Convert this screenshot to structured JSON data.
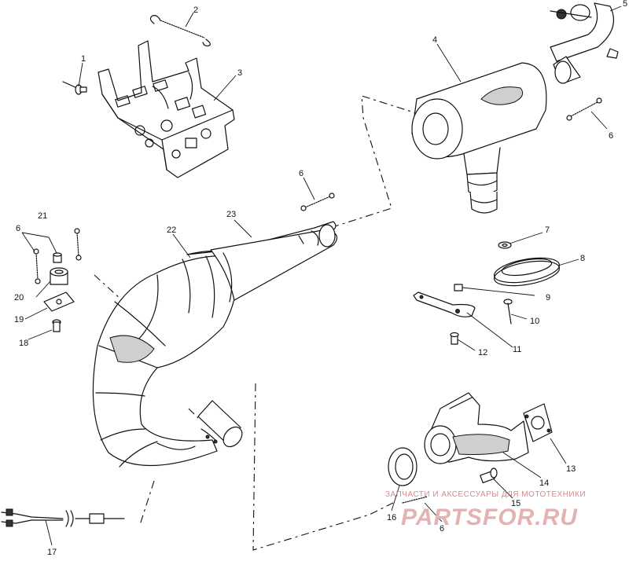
{
  "callouts": [
    {
      "id": "c1",
      "label": "1"
    },
    {
      "id": "c2",
      "label": "2"
    },
    {
      "id": "c3",
      "label": "3"
    },
    {
      "id": "c4",
      "label": "4"
    },
    {
      "id": "c5",
      "label": "5"
    },
    {
      "id": "c6a",
      "label": "6"
    },
    {
      "id": "c6b",
      "label": "6"
    },
    {
      "id": "c6c",
      "label": "6"
    },
    {
      "id": "c6d",
      "label": "6"
    },
    {
      "id": "c7",
      "label": "7"
    },
    {
      "id": "c8",
      "label": "8"
    },
    {
      "id": "c9",
      "label": "9"
    },
    {
      "id": "c10",
      "label": "10"
    },
    {
      "id": "c11",
      "label": "11"
    },
    {
      "id": "c12",
      "label": "12"
    },
    {
      "id": "c13",
      "label": "13"
    },
    {
      "id": "c14",
      "label": "14"
    },
    {
      "id": "c15",
      "label": "15"
    },
    {
      "id": "c16",
      "label": "16"
    },
    {
      "id": "c17",
      "label": "17"
    },
    {
      "id": "c18",
      "label": "18"
    },
    {
      "id": "c19",
      "label": "19"
    },
    {
      "id": "c20",
      "label": "20"
    },
    {
      "id": "c21",
      "label": "21"
    },
    {
      "id": "c22",
      "label": "22"
    },
    {
      "id": "c23",
      "label": "23"
    }
  ],
  "watermark": {
    "tagline": "ЗАПЧАСТИ И АКСЕССУАРЫ ДЛЯ МОТОТЕХНИКИ",
    "brand": "PARTSFOR.RU"
  }
}
